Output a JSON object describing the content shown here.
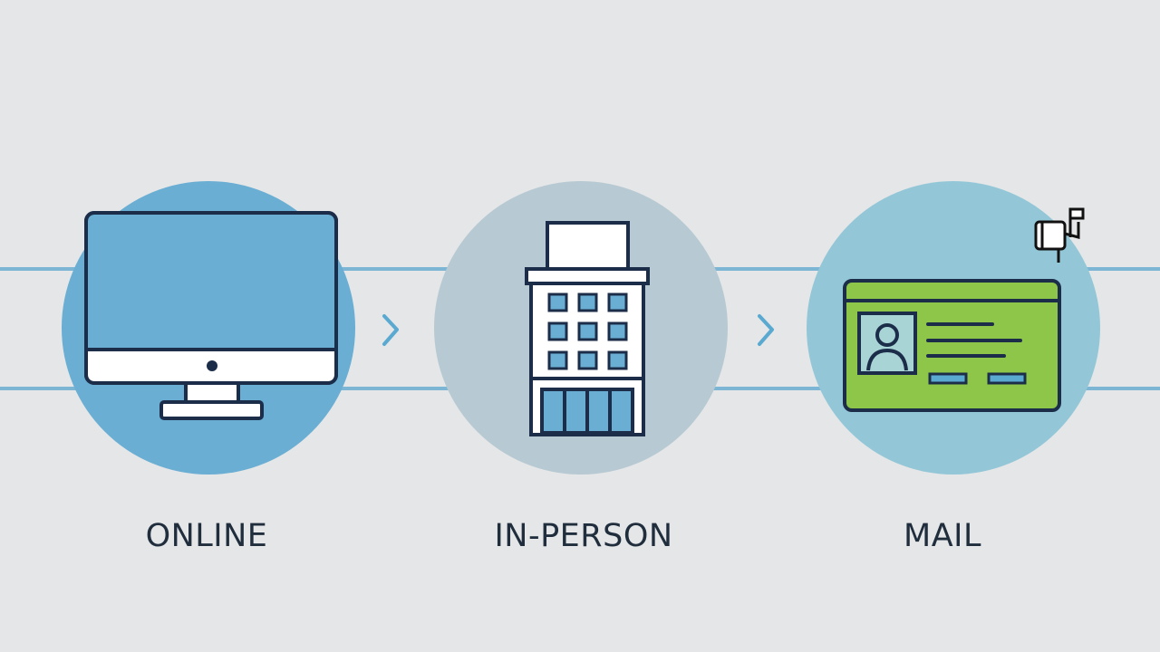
{
  "options": [
    {
      "id": "online",
      "label": "ONLINE",
      "icon": "desktop-computer-icon",
      "circle_color": "#6aaed3"
    },
    {
      "id": "in-person",
      "label": "IN-PERSON",
      "icon": "office-building-icon",
      "circle_color": "#b7c9d2"
    },
    {
      "id": "mail",
      "label": "MAIL",
      "icon": "id-card-icon",
      "circle_color": "#93c7d8"
    }
  ],
  "colors": {
    "background": "#e5e6e7",
    "connector_line": "#7db6d5",
    "arrow": "#5aa9d1",
    "outline": "#1c2d4a",
    "card_fill": "#8dc649"
  }
}
